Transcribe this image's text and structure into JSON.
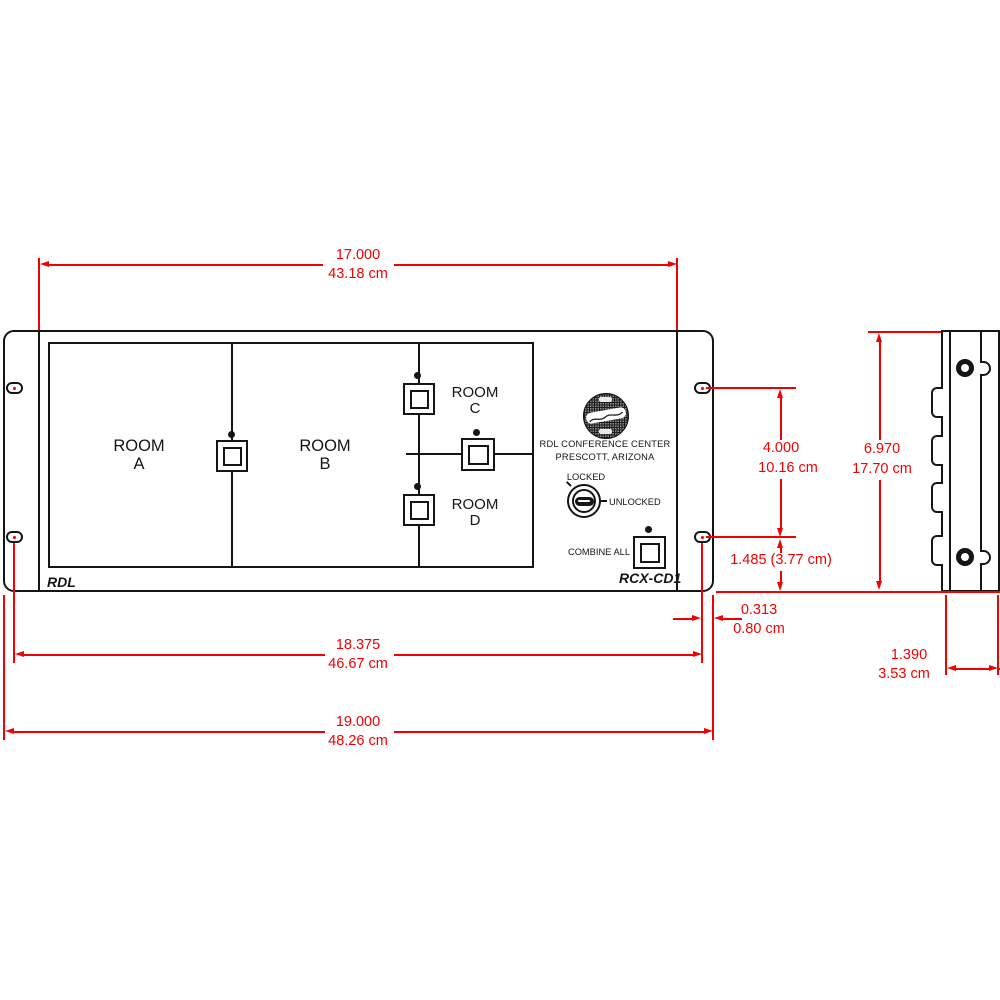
{
  "colors": {
    "dimension_red": "#f40000",
    "line_black": "#151515"
  },
  "front": {
    "brand": "RDL",
    "model": "RCX-CD1",
    "room_a": {
      "l1": "ROOM",
      "l2": "A"
    },
    "room_b": {
      "l1": "ROOM",
      "l2": "B"
    },
    "room_c": {
      "l1": "ROOM",
      "l2": "C"
    },
    "room_d": {
      "l1": "ROOM",
      "l2": "D"
    },
    "engraving1": "RDL CONFERENCE CENTER",
    "engraving2": "PRESCOTT, ARIZONA",
    "locked": "LOCKED",
    "unlocked": "UNLOCKED",
    "combine": "COMBINE ALL"
  },
  "dims": {
    "opening": {
      "inch": "17.000",
      "cm": "43.18 cm"
    },
    "holes": {
      "inch": "18.375",
      "cm": "46.67 cm"
    },
    "overall": {
      "inch": "19.000",
      "cm": "48.26 cm"
    },
    "hole_span": {
      "inch": "4.000",
      "cm": "10.16 cm"
    },
    "hole_bottom": {
      "label": "1.485 (3.77 cm)"
    },
    "edge": {
      "inch": "0.313",
      "cm": "0.80 cm"
    },
    "height": {
      "inch": "6.970",
      "cm": "17.70 cm"
    },
    "depth": {
      "inch": "1.390",
      "cm": "3.53 cm"
    }
  }
}
